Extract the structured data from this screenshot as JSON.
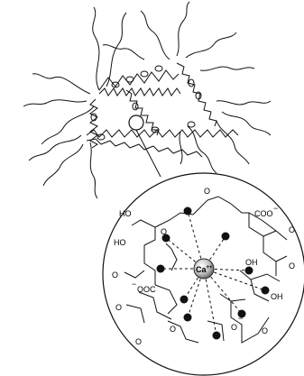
{
  "labels": {
    "ho_top": "HO",
    "ho_mid": "HO",
    "o_small": "O",
    "o_top": "O",
    "coo_right": "COO",
    "minus_right": "−",
    "o_right_top": "O",
    "o_left": "O",
    "ooc_left": "OOC",
    "minus_left": "−",
    "oh_upper": "OH",
    "oh_lower": "OH",
    "o_bottom_left": "O",
    "o_bottom_mid": "O",
    "o_bottom_center": "O",
    "minus_bottom": "−",
    "o_bottom_right": "O",
    "o_right_mid": "O",
    "o_left_low": "O"
  },
  "ion": {
    "text": "Ca",
    "charge": "++"
  }
}
